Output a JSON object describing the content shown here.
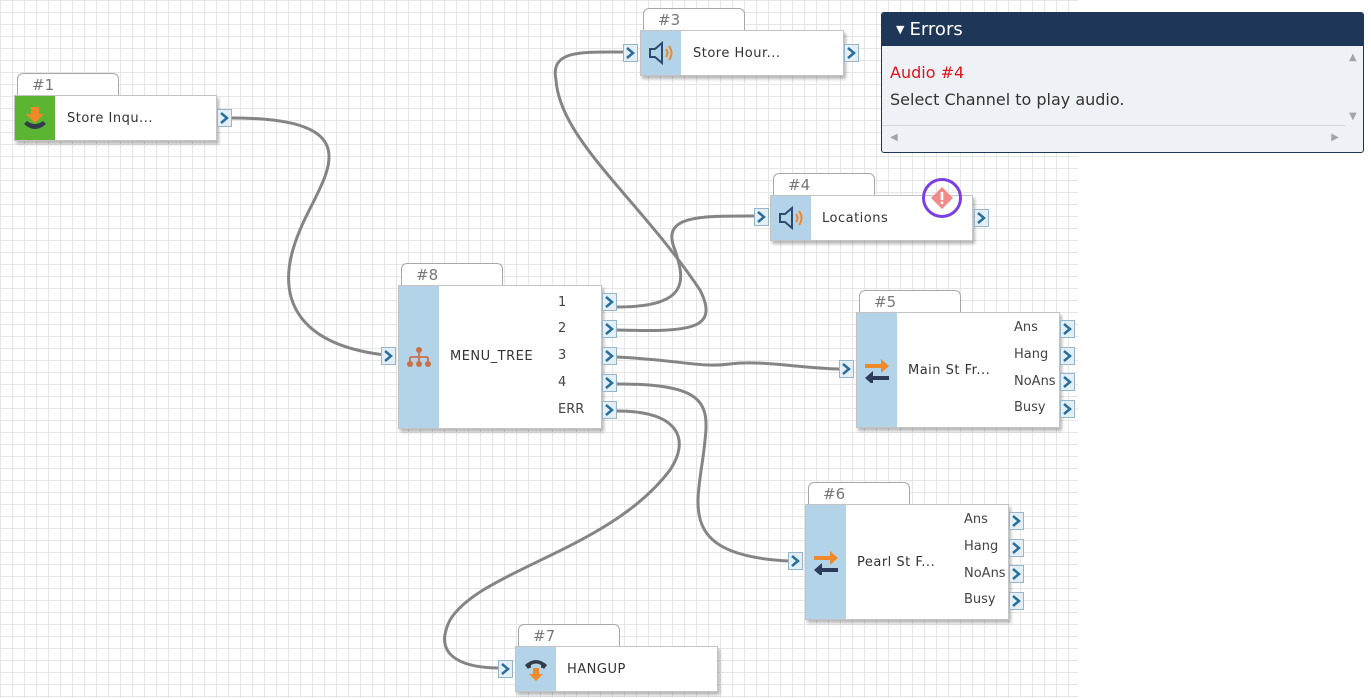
{
  "nodes": {
    "n1": {
      "tab": "#1",
      "label": "Store Inqu..."
    },
    "n3": {
      "tab": "#3",
      "label": "Store Hour..."
    },
    "n4": {
      "tab": "#4",
      "label": "Locations"
    },
    "n5": {
      "tab": "#5",
      "label": "Main St Fr...",
      "outputs": [
        "Ans",
        "Hang",
        "NoAns",
        "Busy"
      ]
    },
    "n6": {
      "tab": "#6",
      "label": "Pearl St F...",
      "outputs": [
        "Ans",
        "Hang",
        "NoAns",
        "Busy"
      ]
    },
    "n7": {
      "tab": "#7",
      "label": "HANGUP"
    },
    "n8": {
      "tab": "#8",
      "label": "MENU_TREE",
      "outputs": [
        "1",
        "2",
        "3",
        "4",
        "ERR"
      ]
    }
  },
  "errors": {
    "title": "Errors",
    "items": [
      {
        "title": "Audio #4",
        "message": "Select Channel to play audio."
      }
    ]
  },
  "colors": {
    "error_header": "#1e3658",
    "error_text": "#e0141c",
    "highlight_ring": "#7b3fe4",
    "icon_column": "#b3d4e8",
    "start_icon_column": "#5cb532"
  },
  "icons": {
    "n1": "call-start-icon",
    "n3": "speaker-icon",
    "n4": "speaker-icon",
    "n5": "transfer-icon",
    "n6": "transfer-icon",
    "n7": "hangup-icon",
    "n8": "menu-tree-icon",
    "warning": "warning-icon"
  }
}
